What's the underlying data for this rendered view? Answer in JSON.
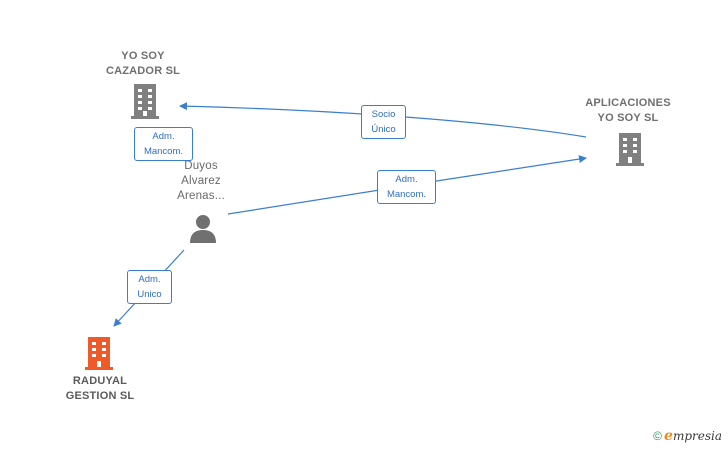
{
  "nodes": {
    "yo_soy_cazador": {
      "label": "YO SOY\nCAZADOR  SL",
      "color": "#808080"
    },
    "aplicaciones_yo_soy": {
      "label": "APLICACIONES\nYO SOY  SL",
      "color": "#808080"
    },
    "duyos_alvarez": {
      "label": "Duyos\nAlvarez\nArenas...",
      "color": "#707070"
    },
    "raduyal_gestion": {
      "label": "RADUYAL\nGESTION  SL",
      "color": "#f05a28"
    }
  },
  "edges": {
    "socio_unico": {
      "label": "Socio\nÚnico"
    },
    "adm_mancom_1": {
      "label": "Adm.\nMancom."
    },
    "adm_mancom_2": {
      "label": "Adm.\nMancom."
    },
    "adm_unico": {
      "label": "Adm.\nUnico"
    }
  },
  "colors": {
    "edge": "#3a7fcf"
  },
  "watermark": {
    "copyright": "©",
    "brand_initial": "e",
    "brand_rest": "mpresia"
  }
}
